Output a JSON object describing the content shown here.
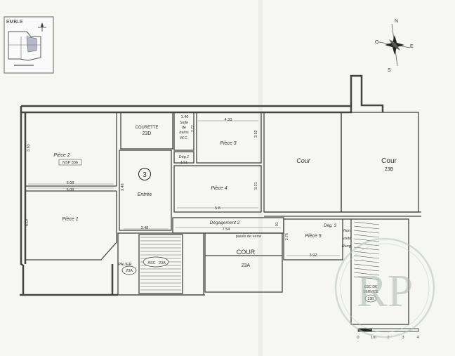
{
  "inset": {
    "title": "EMBLE"
  },
  "compass": {
    "n": "N",
    "s": "S",
    "e": "E",
    "o": "O"
  },
  "rooms": {
    "piece2": {
      "name": "Pièce 2",
      "tag": "NSP 336",
      "dim_top": "6.08",
      "dim_bottom": "6.08",
      "dim_side": "3.63"
    },
    "piece1": {
      "name": "Pièce 1",
      "dim_side": "5.07"
    },
    "courette": {
      "name": "COURETTE",
      "code": "23D"
    },
    "sdb": {
      "line1": "Salle",
      "line2": "de",
      "line3": "bains",
      "line4": "W.C.",
      "dim_top": "1.46",
      "dim_side": "2.72"
    },
    "deg1": {
      "name": "Dég.1",
      "dim": "1.51"
    },
    "piece3": {
      "name": "Pièce 3",
      "dim_top": "4.33",
      "dim_side": "3.52"
    },
    "entree": {
      "number": "3",
      "name": "Entrée",
      "dim_side": "3.48",
      "dim_bottom": "3.48"
    },
    "piece4": {
      "name": "Pièce 4",
      "dim_bottom": "5.8",
      "dim_side": "3.21"
    },
    "cour_main": {
      "name": "Cour"
    },
    "cour23b": {
      "name": "Cour",
      "code": "23B"
    },
    "degagement2": {
      "name": "Dégagement 2",
      "dim": "7.54",
      "note": "pavés de verre",
      "dim_side": "91"
    },
    "cour23a": {
      "name": "COUR",
      "code": "23A"
    },
    "palier": {
      "name": "PALIER",
      "code": "23A"
    },
    "asc": {
      "name": "ASC",
      "code": "23A"
    },
    "deg3": {
      "name": "Dég. 3"
    },
    "piece5": {
      "name": "Pièce 5",
      "dim_bottom": "3.92",
      "dim_side": "2.76"
    },
    "service": {
      "line1": "ESC DE",
      "line2": "SERVICE",
      "code": "23B"
    },
    "sideNote": {
      "line1": "Non",
      "line2": "visité",
      "line3": "Rang."
    }
  },
  "scale": {
    "labels": [
      "0",
      "1m",
      "2",
      "3",
      "4"
    ]
  },
  "watermark": {
    "text": "RP"
  }
}
